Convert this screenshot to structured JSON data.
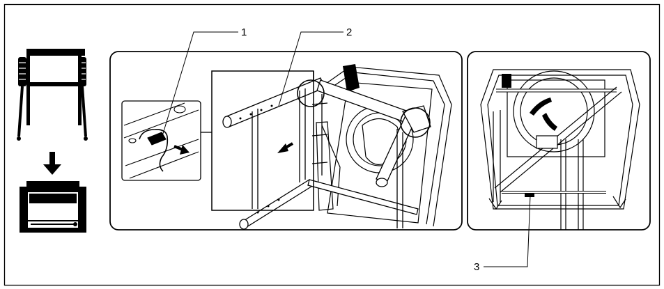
{
  "figure": {
    "callouts": [
      {
        "id": "1",
        "label": "1"
      },
      {
        "id": "2",
        "label": "2"
      },
      {
        "id": "3",
        "label": "3"
      }
    ],
    "icons": {
      "frame_unfolded": "treadmill-frame-unfolded-icon",
      "frame_folded": "treadmill-frame-folded-icon",
      "fold_arrow": "down-arrow-icon"
    },
    "colors": {
      "line": "#000000",
      "background": "#ffffff"
    }
  }
}
